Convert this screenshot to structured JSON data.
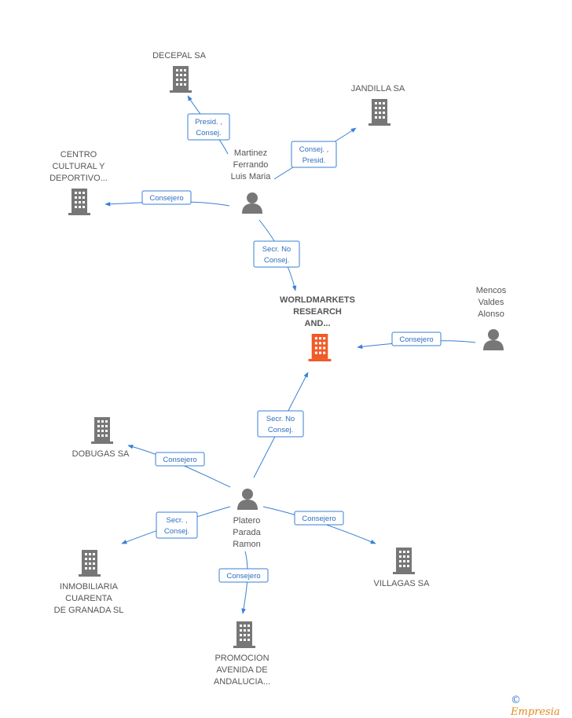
{
  "companies": {
    "main": [
      "WORLDMARKETS",
      "RESEARCH",
      "AND..."
    ],
    "decepal": [
      "DECEPAL SA"
    ],
    "jandilla": [
      "JANDILLA SA"
    ],
    "centro": [
      "CENTRO",
      "CULTURAL Y",
      "DEPORTIVO..."
    ],
    "dobugas": [
      "DOBUGAS SA"
    ],
    "inmobiliaria": [
      "INMOBILIARIA",
      "CUARENTA",
      "DE GRANADA SL"
    ],
    "villagas": [
      "VILLAGAS SA"
    ],
    "promocion": [
      "PROMOCION",
      "AVENIDA DE",
      "ANDALUCIA..."
    ]
  },
  "persons": {
    "martinez": [
      "Martinez",
      "Ferrando",
      "Luis Maria"
    ],
    "mencos": [
      "Mencos",
      "Valdes",
      "Alonso"
    ],
    "platero": [
      "Platero",
      "Parada",
      "Ramon"
    ]
  },
  "edges": {
    "m_decepal": [
      "Presid. ,",
      "Consej."
    ],
    "m_jandilla": [
      "Consej. ,",
      "Presid."
    ],
    "m_centro": [
      "Consejero"
    ],
    "m_main": [
      "Secr.  No",
      "Consej."
    ],
    "mencos_main": [
      "Consejero"
    ],
    "p_main": [
      "Secr.  No",
      "Consej."
    ],
    "p_dobugas": [
      "Consejero"
    ],
    "p_inmobiliaria": [
      "Secr. ,",
      "Consej."
    ],
    "p_villagas": [
      "Consejero"
    ],
    "p_promocion": [
      "Consejero"
    ]
  },
  "colors": {
    "accent": "#3a7fd5",
    "main_company": "#f05a28",
    "node": "#777777"
  },
  "credit": {
    "symbol": "©",
    "brand": "Empresia"
  }
}
